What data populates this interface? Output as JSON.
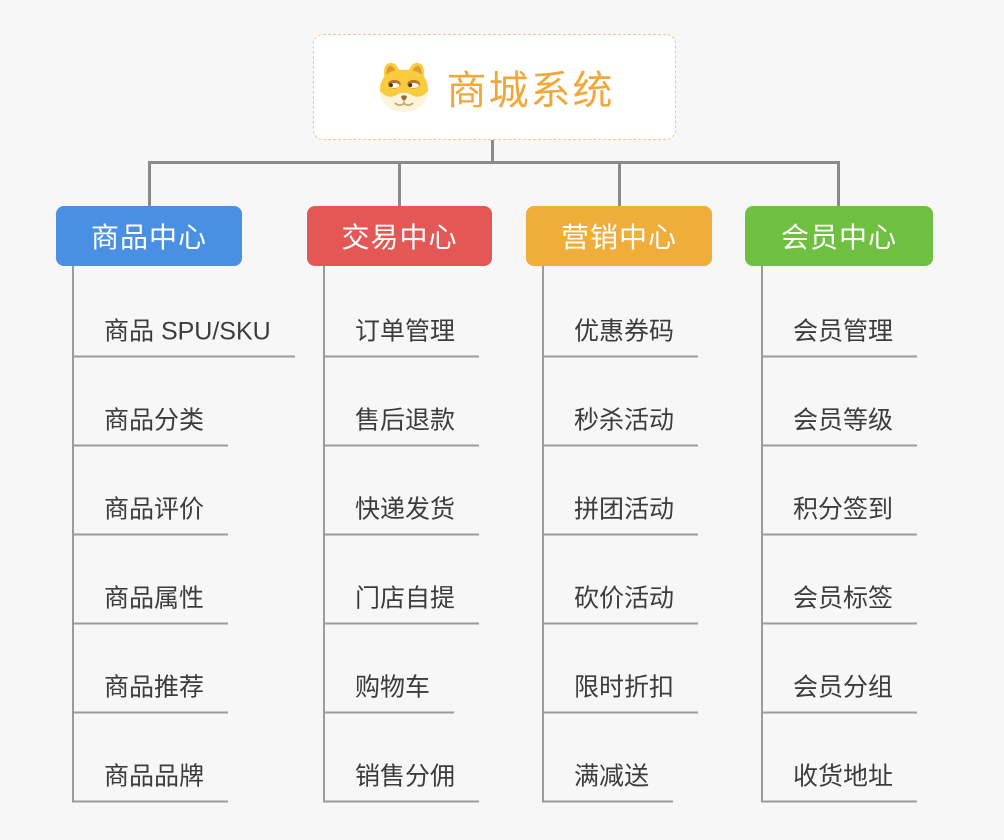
{
  "background": "#F7F7F7",
  "connector_color": "#8A8A8A",
  "leaf_style": {
    "text_color": "#3C3C3C",
    "underline_color": "#9B9B9B"
  },
  "root": {
    "label": "商城系统",
    "icon": "doge-dog-icon",
    "text_color": "#F1A83B",
    "border_color": "#F2C78F"
  },
  "branches": [
    {
      "label": "商品中心",
      "color": "#4A90E2",
      "items": [
        "商品 SPU/SKU",
        "商品分类",
        "商品评价",
        "商品属性",
        "商品推荐",
        "商品品牌"
      ]
    },
    {
      "label": "交易中心",
      "color": "#E35755",
      "items": [
        "订单管理",
        "售后退款",
        "快递发货",
        "门店自提",
        "购物车",
        "销售分佣"
      ]
    },
    {
      "label": "营销中心",
      "color": "#EFAD3A",
      "items": [
        "优惠券码",
        "秒杀活动",
        "拼团活动",
        "砍价活动",
        "限时折扣",
        "满减送"
      ]
    },
    {
      "label": "会员中心",
      "color": "#6FC040",
      "items": [
        "会员管理",
        "会员等级",
        "积分签到",
        "会员标签",
        "会员分组",
        "收货地址"
      ]
    }
  ]
}
